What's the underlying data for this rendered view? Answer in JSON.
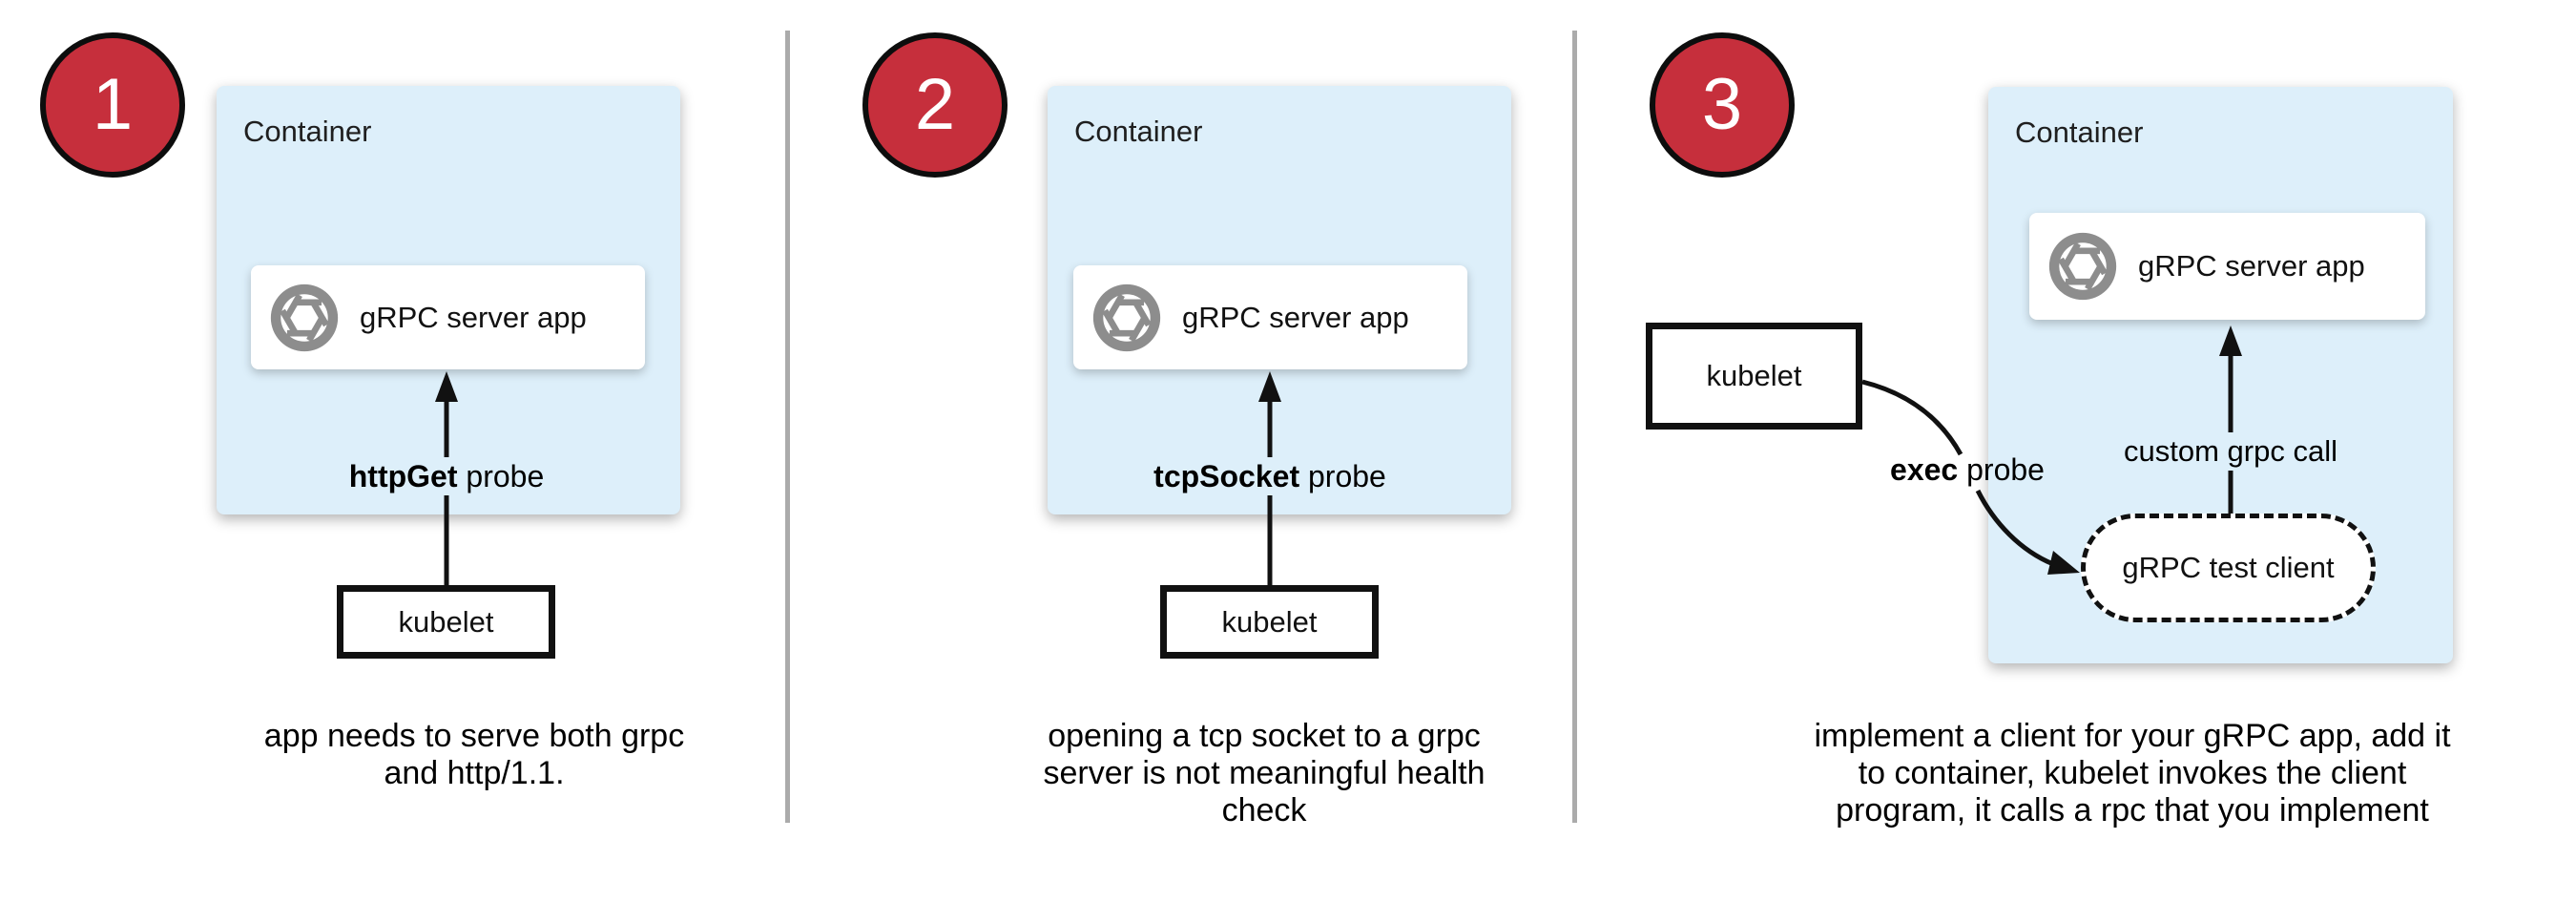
{
  "panels": [
    {
      "badge": "1",
      "container_label": "Container",
      "app_name": "gRPC server app",
      "kubelet": "kubelet",
      "probe": {
        "bold": "httpGet",
        "rest": " probe"
      },
      "caption": [
        "app needs to serve both grpc",
        "and http/1.1."
      ]
    },
    {
      "badge": "2",
      "container_label": "Container",
      "app_name": "gRPC server app",
      "kubelet": "kubelet",
      "probe": {
        "bold": "tcpSocket",
        "rest": " probe"
      },
      "caption": [
        "opening a tcp socket to a grpc",
        "server is not meaningful health",
        "check"
      ]
    },
    {
      "badge": "3",
      "container_label": "Container",
      "app_name": "gRPC server app",
      "kubelet": "kubelet",
      "probe": {
        "bold": "exec",
        "rest": " probe"
      },
      "grpc_call_label": "custom grpc call",
      "test_client_label": "gRPC test client",
      "caption": [
        "implement a client for your gRPC app, add it",
        "to container, kubelet invokes the client",
        "program, it calls a rpc that you implement"
      ]
    }
  ],
  "colors": {
    "badge_red": "#c62f3c",
    "container_blue": "#ddeffa",
    "icon_gray": "#8d8d8d",
    "divider_gray": "#ababab",
    "line_black": "#111111"
  }
}
